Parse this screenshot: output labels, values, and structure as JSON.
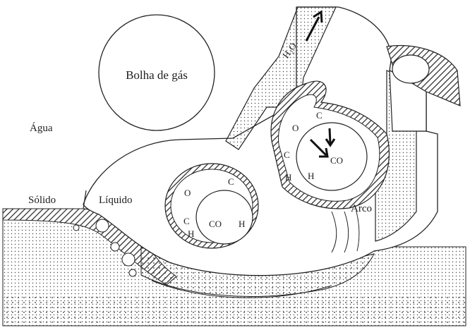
{
  "labels": {
    "bubble": "Bolha de gás",
    "water": "Água",
    "solid": "Sólido",
    "liquid": "Líquido",
    "arc": "Arco",
    "h2o": "H₂O"
  },
  "small_bubble": {
    "c": "C",
    "o": "O",
    "c2": "C",
    "h_outer": "H",
    "co": "CO",
    "h": "H"
  },
  "arc_bubble": {
    "c_top": "C",
    "o": "O",
    "c_left": "C",
    "h_outer": "H",
    "co": "CO",
    "h": "H"
  }
}
